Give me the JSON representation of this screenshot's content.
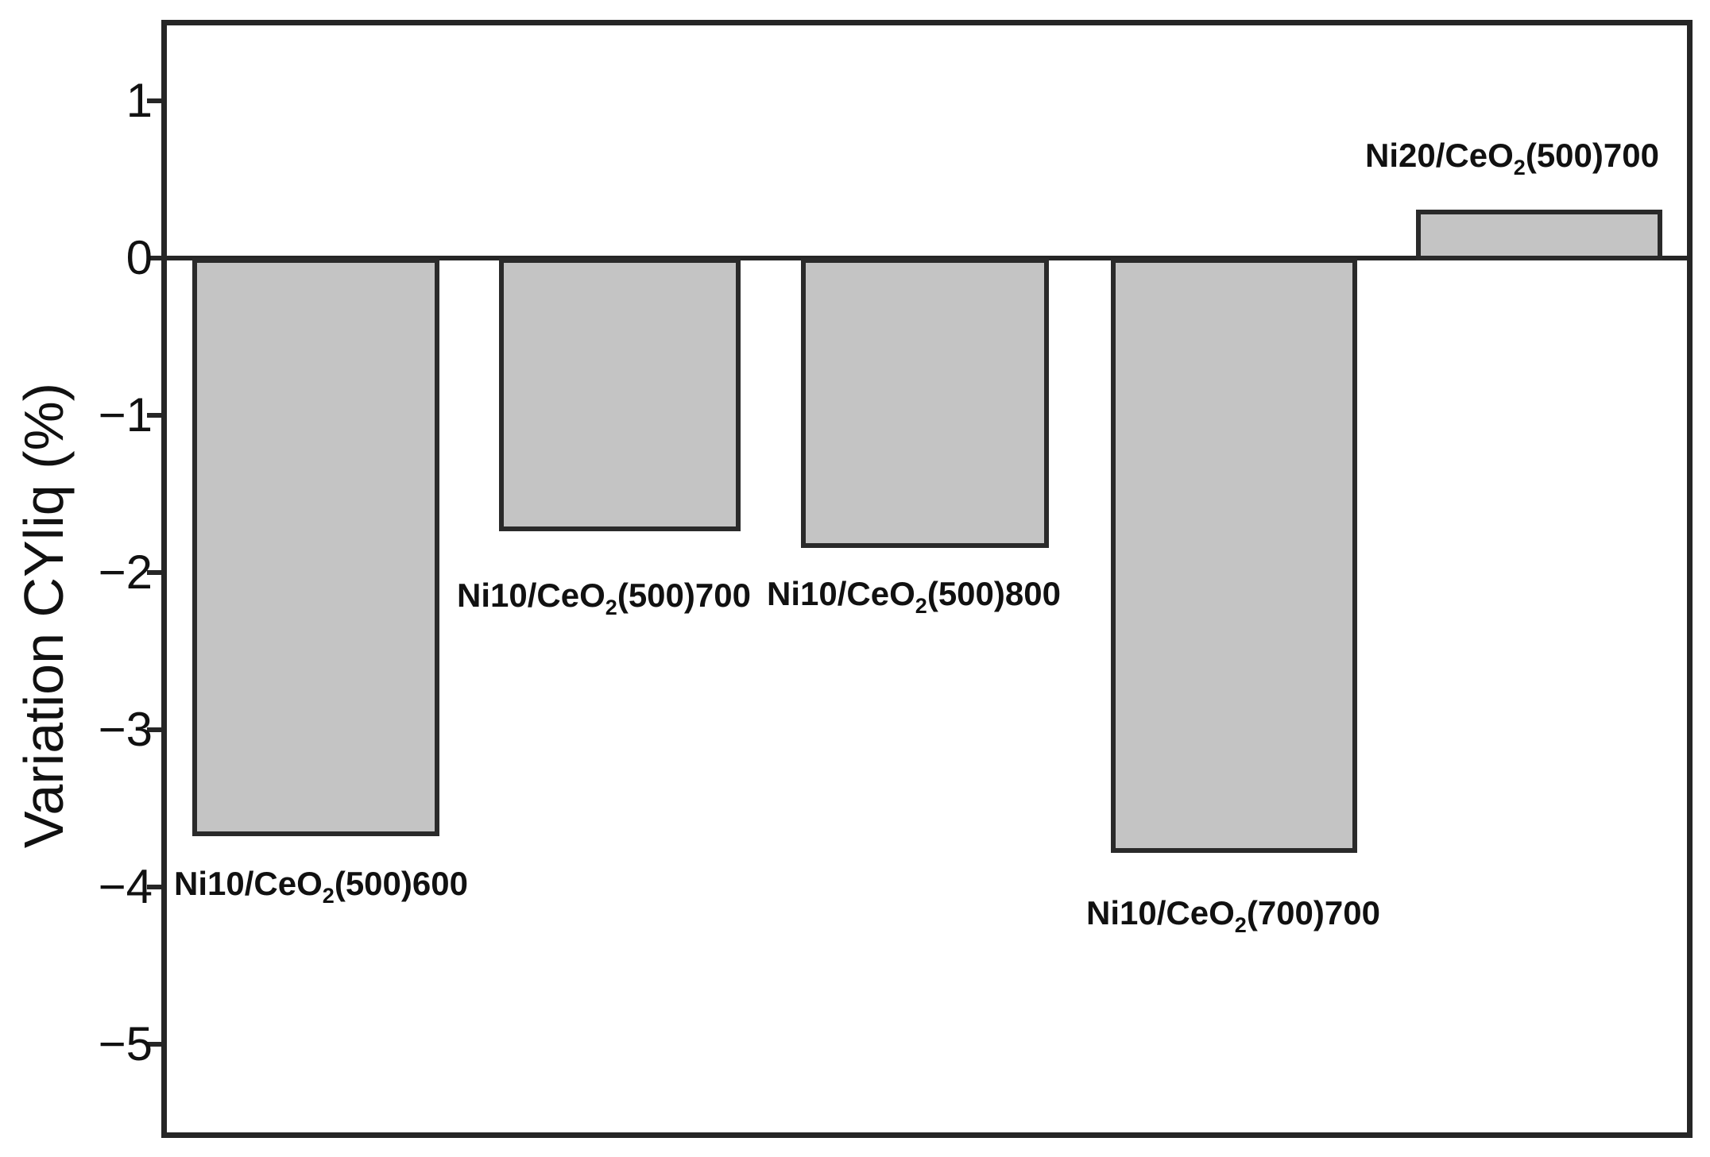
{
  "chart_data": {
    "type": "bar",
    "title": "",
    "ylabel": "Variation CYliq (%)",
    "xlabel": "",
    "ylim": [
      -5.6,
      1.5
    ],
    "yticks": [
      1,
      0,
      -1,
      -2,
      -3,
      -4,
      -5
    ],
    "ytick_labels": [
      "1",
      "0",
      "−1",
      "−2",
      "−3",
      "−4",
      "−5"
    ],
    "grid": false,
    "legend": "none",
    "bar_fill_color": "#c4c4c4",
    "bar_border_color": "#2a2a2a",
    "categories": [
      "Ni10/CeO2(500)600",
      "Ni10/CeO2(500)700",
      "Ni10/CeO2(500)800",
      "Ni10/CeO2(700)700",
      "Ni20/CeO2(500)700"
    ],
    "values": [
      -3.66,
      -1.72,
      -1.83,
      -3.77,
      0.31
    ],
    "points": [
      {
        "label_pre": "Ni10/CeO",
        "label_sub": "2",
        "label_post": "(500)600",
        "value": -3.66
      },
      {
        "label_pre": "Ni10/CeO",
        "label_sub": "2",
        "label_post": "(500)700",
        "value": -1.72
      },
      {
        "label_pre": "Ni10/CeO",
        "label_sub": "2",
        "label_post": "(500)800",
        "value": -1.83
      },
      {
        "label_pre": "Ni10/CeO",
        "label_sub": "2",
        "label_post": "(700)700",
        "value": -3.77
      },
      {
        "label_pre": "Ni20/CeO",
        "label_sub": "2",
        "label_post": "(500)700",
        "value": 0.31
      }
    ]
  }
}
